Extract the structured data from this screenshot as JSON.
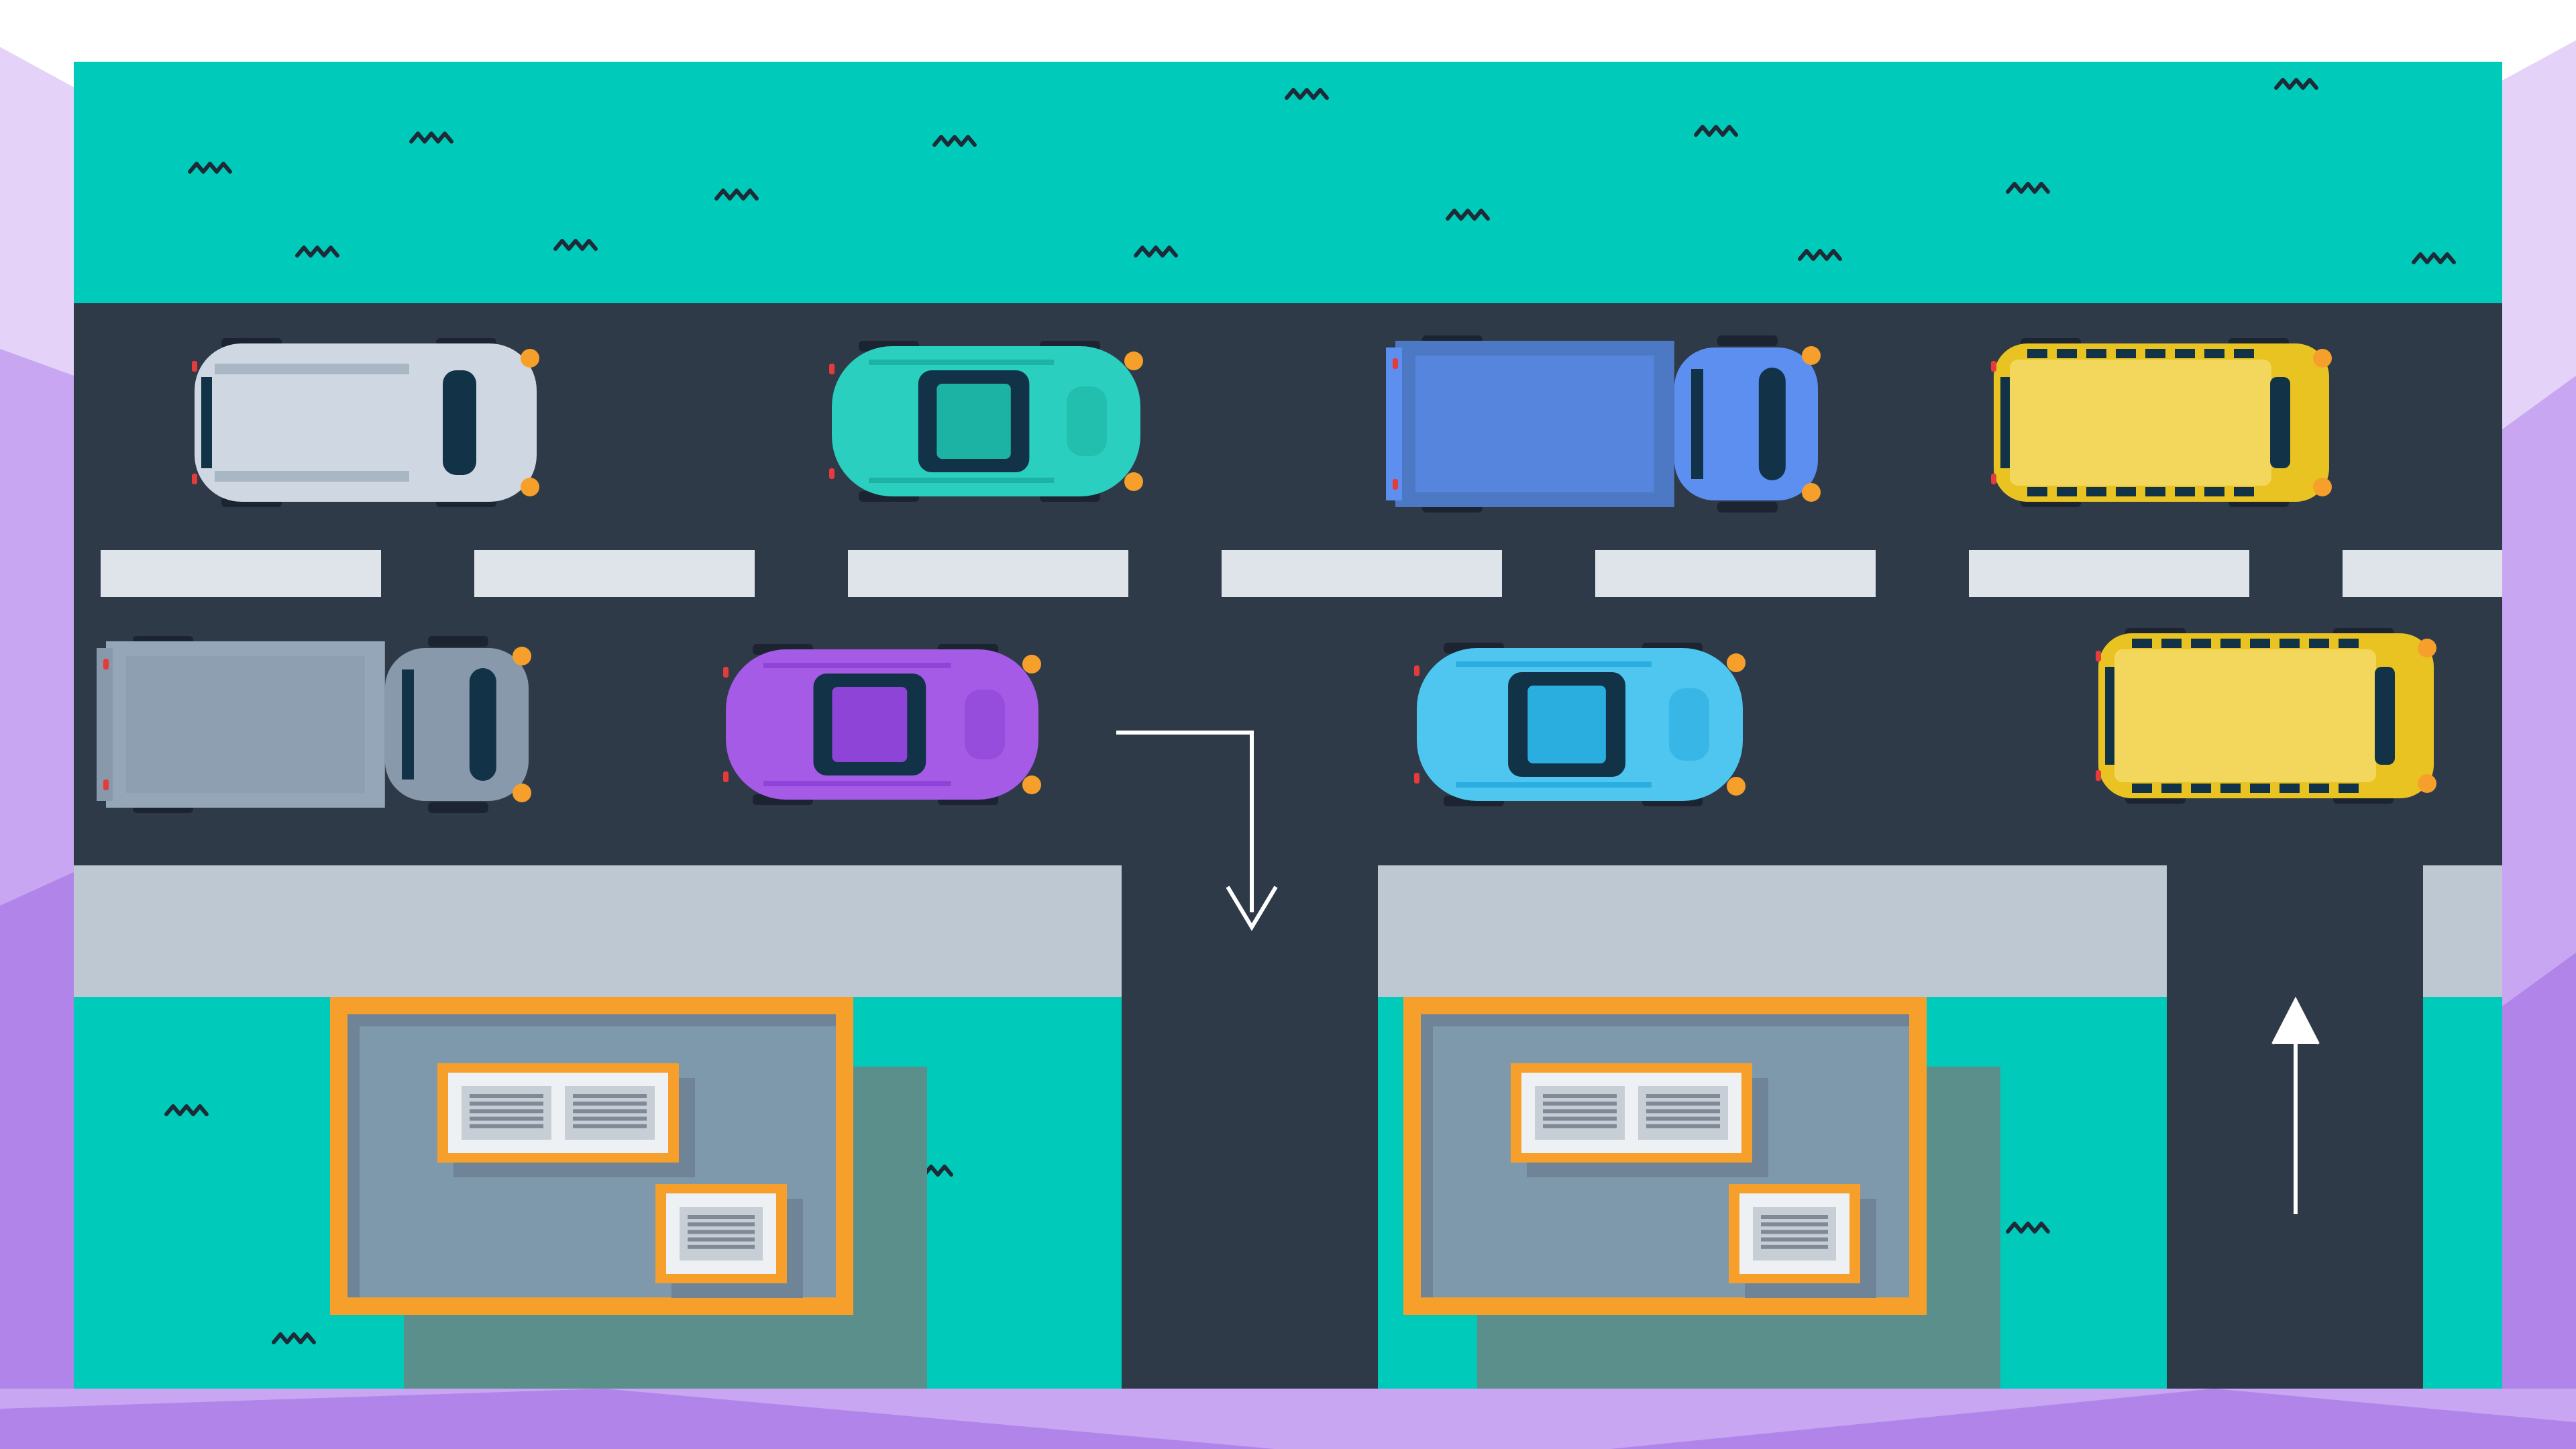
{
  "scene": {
    "description_free": true,
    "colors": {
      "background_frame": "#ffffff",
      "backdrop_purple_light": "#e4d2f8",
      "backdrop_purple_mid": "#c9a6f2",
      "backdrop_purple_dark": "#b184ea",
      "grass": "#00cbbb",
      "grass_tuft": "#1e2a36",
      "asphalt": "#2f3a48",
      "sidewalk": "#bdc8d3",
      "lane_marking": "#dfe4ea",
      "arrow": "#ffffff",
      "building_trim": "#f6a02b",
      "building_roof": "#7e98ac",
      "building_roof_edge": "#6f8496",
      "building_shadow": "#5b8f8b",
      "roof_unit_frame": "#eef1f4",
      "roof_unit_vent": "#c7ced6",
      "roof_unit_slats": "#7f8a96"
    },
    "vehicles": [
      {
        "id": "van-top-1",
        "type": "van",
        "lane": "upper",
        "color": "#cfd8e2",
        "accent": "#a9b6c3"
      },
      {
        "id": "car-top-2",
        "type": "coupe",
        "lane": "upper",
        "color": "#2bcfbf",
        "accent": "#1db3a4"
      },
      {
        "id": "truck-top-3",
        "type": "box-truck",
        "lane": "upper",
        "color": "#4d78c4",
        "accent": "#5c8ff0"
      },
      {
        "id": "bus-top-4",
        "type": "minibus",
        "lane": "upper",
        "color": "#f2d75c",
        "accent": "#e8c322"
      },
      {
        "id": "truck-bottom-1",
        "type": "box-truck",
        "lane": "lower",
        "color": "#94a6b8",
        "accent": "#8799ab"
      },
      {
        "id": "car-bottom-2",
        "type": "coupe",
        "lane": "lower",
        "color": "#a55be6",
        "accent": "#8e44d6"
      },
      {
        "id": "car-bottom-3",
        "type": "sedan",
        "lane": "lower",
        "color": "#4ec6ef",
        "accent": "#2aaee0"
      },
      {
        "id": "bus-bottom-4",
        "type": "minibus",
        "lane": "lower",
        "color": "#f2d75c",
        "accent": "#e8c322"
      }
    ],
    "icons": [
      "turn-right-down-arrow-icon",
      "straight-up-arrow-icon",
      "grass-tuft-icon",
      "roof-vent-icon"
    ]
  }
}
